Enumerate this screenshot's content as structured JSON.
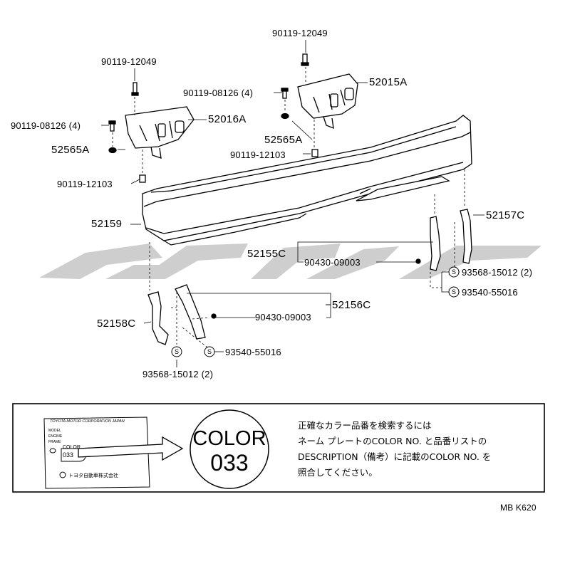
{
  "parts": {
    "bolt_top_right": "90119-12049",
    "bolt_top_left": "90119-12049",
    "bolt_mid_right": "90119-08126 (4)",
    "bolt_mid_left": "90119-08126 (4)",
    "retainer_right": "52015A",
    "retainer_left": "52016A",
    "nut_right": "52565A",
    "nut_left": "52565A",
    "screw_right": "90119-12103",
    "screw_left": "90119-12103",
    "bumper_cover": "52159",
    "bracket_right_outer": "52157C",
    "bracket_right_inner": "52155C",
    "clip_right": "90430-09003",
    "rivet_right_1": "93568-15012 (2)",
    "rivet_right_2": "93540-55016",
    "bracket_left_inner": "52156C",
    "clip_left": "90430-09003",
    "bracket_left_outer": "52158C",
    "rivet_left_1": "93540-55016",
    "rivet_left_2": "93568-15012 (2)",
    "symbol_s": "S"
  },
  "color_panel": {
    "plate_company": "TOYOTA MOTOR CORPORATION JAPAN",
    "plate_model": "MODEL",
    "plate_engine": "ENGINE",
    "plate_frame": "FRAME",
    "plate_color_label": "COLOR",
    "plate_color_code": "033",
    "plate_maker": "トヨタ自動車株式会社",
    "big_color_label": "COLOR",
    "big_color_code": "033",
    "note_lines": [
      "正確なカラー品番を検索するには",
      "ネーム  プレートのCOLOR  NO. と品番リストの",
      "DESCRIPTION（備考）に記載のCOLOR  NO. を",
      "照合してください。"
    ]
  },
  "figure_id": "MB K620"
}
